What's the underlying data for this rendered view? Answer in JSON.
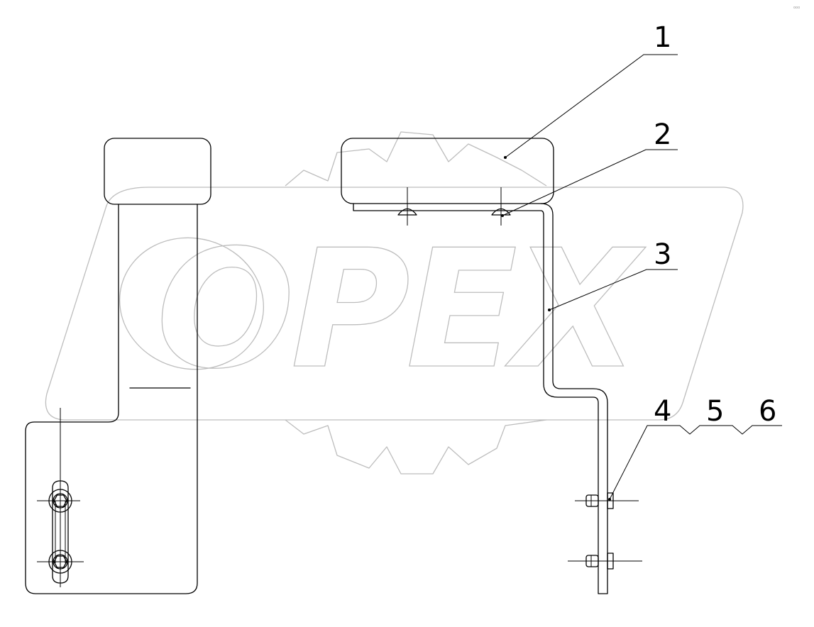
{
  "watermark": {
    "text": "OPEX"
  },
  "callouts": [
    {
      "id": "1",
      "label": "1"
    },
    {
      "id": "2",
      "label": "2"
    },
    {
      "id": "3",
      "label": "3"
    },
    {
      "id": "4",
      "label": "4"
    },
    {
      "id": "5",
      "label": "5"
    },
    {
      "id": "6",
      "label": "6"
    }
  ],
  "corner_mark": "ooo"
}
